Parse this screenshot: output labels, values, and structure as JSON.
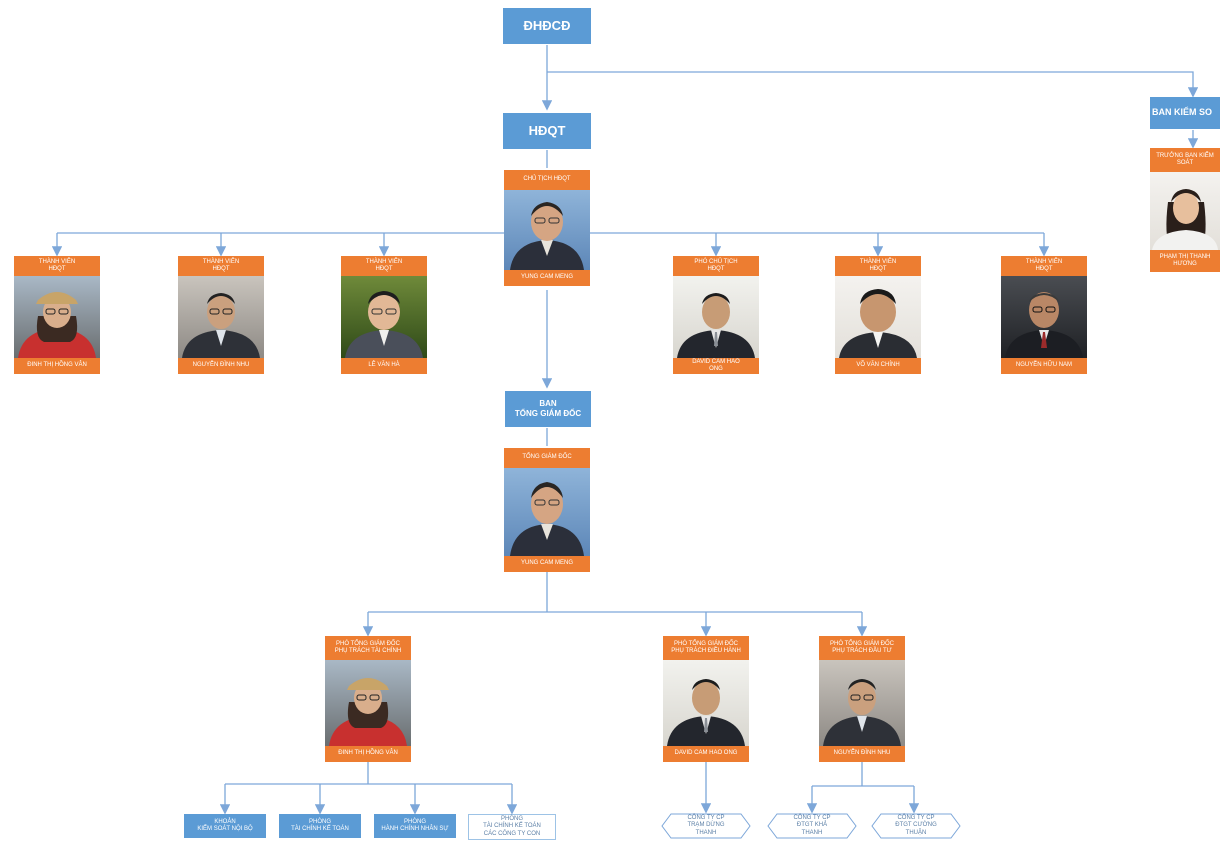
{
  "top": {
    "dhcd": "ĐHĐCĐ",
    "hdqt": "HĐQT",
    "ban_kiem_soat": "BAN KIỂM SO",
    "ban_tgd": "BAN\nTỔNG GIÁM ĐỐC"
  },
  "chairman": {
    "title": "CHỦ TỊCH HĐQT",
    "name": "YUNG CAM MENG"
  },
  "board_members": [
    {
      "title": "THÀNH VIÊN\nHĐQT",
      "name": "ĐINH THỊ HỒNG VÂN"
    },
    {
      "title": "THÀNH VIÊN\nHĐQT",
      "name": "NGUYỄN ĐÌNH NHU"
    },
    {
      "title": "THÀNH VIÊN\nHĐQT",
      "name": "LÊ VĂN HÀ"
    },
    {
      "title": "PHÓ CHỦ TỊCH\nHĐQT",
      "name": "DAVID CAM HAO\nONG"
    },
    {
      "title": "THÀNH VIÊN\nHĐQT",
      "name": "VÕ VĂN CHÍNH"
    },
    {
      "title": "THÀNH VIÊN\nHĐQT",
      "name": "NGUYỄN HỮU NAM"
    }
  ],
  "supervisor": {
    "title": "TRƯỞNG BAN KIỂM\nSOÁT",
    "name": "PHẠM THỊ THANH\nHƯƠNG"
  },
  "ceo": {
    "title": "TỔNG GIÁM ĐỐC",
    "name": "YUNG CAM MENG"
  },
  "deputies": [
    {
      "title": "PHÓ TỔNG GIÁM ĐỐC\nPHỤ TRÁCH TÀI CHÍNH",
      "name": "ĐINH THỊ HỒNG VÂN"
    },
    {
      "title": "PHÓ TỔNG GIÁM ĐỐC\nPHỤ TRÁCH ĐIỀU HÀNH",
      "name": "DAVID CAM HAO ONG"
    },
    {
      "title": "PHÓ TỔNG GIÁM ĐỐC\nPHỤ TRÁCH ĐẦU TƯ",
      "name": "NGUYỄN ĐÌNH NHU"
    }
  ],
  "departments": [
    {
      "label": "KHOẢN\nKIỂM SOÁT NỘI BỘ",
      "style": "blue"
    },
    {
      "label": "PHÒNG\nTÀI CHÍNH KẾ TOÁN",
      "style": "blue"
    },
    {
      "label": "PHÒNG\nHÀNH CHÍNH NHÂN SỰ",
      "style": "blue"
    },
    {
      "label": "PHÒNG\nTÀI CHÍNH KẾ TOÁN\nCÁC CÔNG TY CON",
      "style": "white"
    }
  ],
  "subsidiaries": [
    {
      "label": "CÔNG TY CP\nTRẠM DỪNG\nTHANH"
    },
    {
      "label": "CÔNG TY CP\nĐTGT KHẢ\nTHANH"
    },
    {
      "label": "CÔNG TY CP\nĐTGT CƯỜNG\nTHUẬN"
    }
  ],
  "colors": {
    "blue_box": "#5b9bd5",
    "orange": "#ed7d31",
    "line": "#7da7d9"
  }
}
